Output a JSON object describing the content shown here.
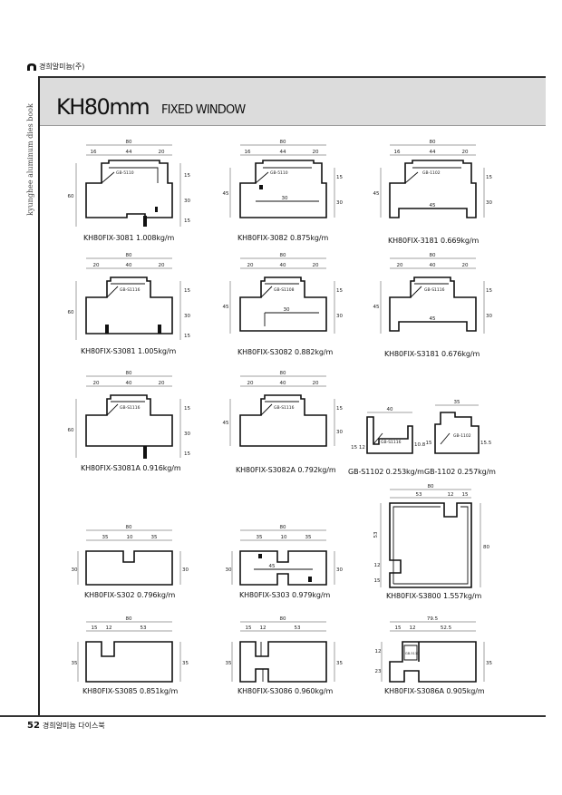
{
  "company": "경희알미늄(주)",
  "side_text": "kyunghee aluminum dies book",
  "title": {
    "main": "KH80mm",
    "sub": "FIXED WINDOW"
  },
  "footer": {
    "page": "52",
    "text": "경희알미늄 다이스북"
  },
  "profiles": [
    {
      "caption": "KH80FIX-3081  1.008kg/m",
      "dims": {
        "w": "80",
        "segs": [
          "16",
          "44",
          "20"
        ],
        "side": [
          "15",
          "30",
          "15"
        ],
        "left": "60"
      },
      "gasket": "GB-5110"
    },
    {
      "caption": "KH80FIX-3082  0.875kg/m",
      "dims": {
        "w": "80",
        "segs": [
          "16",
          "44",
          "20"
        ],
        "side": [
          "15",
          "30"
        ],
        "left": "45",
        "inner": "30"
      },
      "gasket": "GB-5110"
    },
    {
      "caption": "KH80FIX-3181  0.669kg/m",
      "dims": {
        "w": "80",
        "segs": [
          "16",
          "44",
          "20"
        ],
        "side": [
          "15",
          "30"
        ],
        "left": "45",
        "inner": "45"
      },
      "gasket": "GB-1102"
    },
    {
      "caption": "KH80FIX-S3081  1.005kg/m",
      "dims": {
        "w": "80",
        "segs": [
          "20",
          "40",
          "20"
        ],
        "side": [
          "15",
          "30",
          "15"
        ],
        "left": "60"
      },
      "gasket": "GB-S1116"
    },
    {
      "caption": "KH80FIX-S3082  0.882kg/m",
      "dims": {
        "w": "80",
        "segs": [
          "20",
          "40",
          "20"
        ],
        "side": [
          "15",
          "30"
        ],
        "left": "45",
        "inner": "30"
      },
      "gasket": "GB-S1108"
    },
    {
      "caption": "KH80FIX-S3181  0.676kg/m",
      "dims": {
        "w": "80",
        "segs": [
          "20",
          "40",
          "20"
        ],
        "side": [
          "15",
          "30"
        ],
        "left": "45",
        "inner": "45"
      },
      "gasket": "GB-S1116"
    },
    {
      "caption": "KH80FIX-S3081A  0.916kg/m",
      "dims": {
        "w": "80",
        "segs": [
          "20",
          "40",
          "20"
        ],
        "side": [
          "15",
          "30",
          "15"
        ],
        "left": "60"
      },
      "gasket": "GB-S1116"
    },
    {
      "caption": "KH80FIX-S3082A  0.792kg/m",
      "dims": {
        "w": "80",
        "segs": [
          "20",
          "40",
          "20"
        ],
        "side": [
          "15",
          "30"
        ],
        "left": "45"
      },
      "gasket": "GB-S1116"
    },
    {
      "caption": "GB-S1102  0.253kg/m",
      "dims": {
        "w": "40",
        "side": [
          "10.8"
        ],
        "left": "15 12"
      },
      "gasket": "GB-S1116"
    },
    {
      "caption": "GB-1102  0.257kg/m",
      "dims": {
        "w": "35",
        "side": [
          "15.5"
        ],
        "left": "15"
      },
      "gasket": "GB-1102"
    },
    {
      "caption": "KH80FIX-S3800  1.557kg/m",
      "dims": {
        "w": "80",
        "segs": [
          "53",
          "12",
          "15"
        ],
        "side": [
          "80"
        ],
        "left": [
          "53",
          "12",
          "15"
        ]
      }
    },
    {
      "caption": "KH80FIX-S302  0.796kg/m",
      "dims": {
        "w": "80",
        "segs": [
          "35",
          "10",
          "35"
        ],
        "left": "30",
        "side": [
          "30"
        ]
      }
    },
    {
      "caption": "KH80FIX-S303  0.979kg/m",
      "dims": {
        "w": "80",
        "segs": [
          "35",
          "10",
          "35"
        ],
        "left": "30",
        "side": [
          "30"
        ],
        "inner": "45"
      }
    },
    {
      "caption": "KH80FIX-S3085  0.851kg/m",
      "dims": {
        "w": "80",
        "segs": [
          "15",
          "12",
          "53"
        ],
        "left": "35",
        "side": [
          "35"
        ]
      }
    },
    {
      "caption": "KH80FIX-S3086  0.960kg/m",
      "dims": {
        "w": "80",
        "segs": [
          "15",
          "12",
          "53"
        ],
        "left": "35",
        "side": [
          "35"
        ]
      }
    },
    {
      "caption": "KH80FIX-S3086A  0.905kg/m",
      "dims": {
        "w": "79.5",
        "segs": [
          "15",
          "12",
          "52.5"
        ],
        "left": [
          "23",
          "12"
        ],
        "side": [
          "35"
        ]
      },
      "gasket": "GB-5110"
    }
  ]
}
